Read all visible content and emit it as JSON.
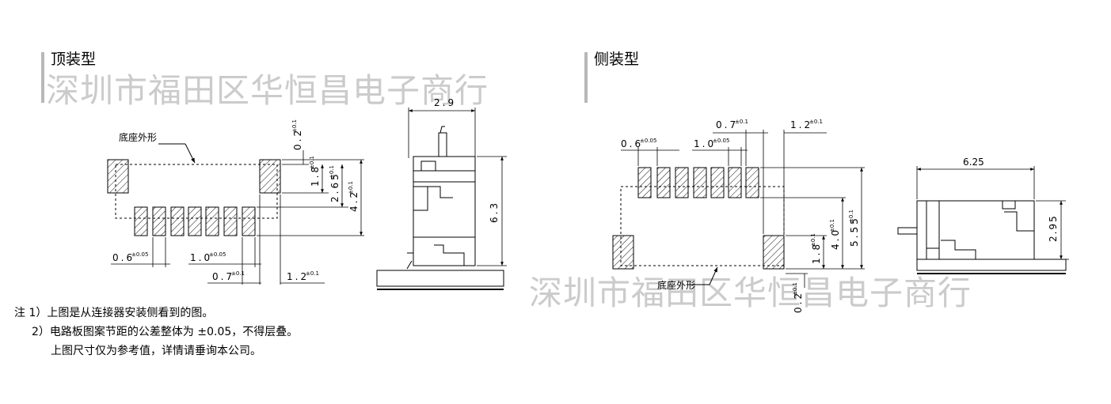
{
  "top_mount": {
    "title": "顶装型",
    "base_outline_label": "底座外形",
    "dims": {
      "pitch": "0.6",
      "pitch_tol": "±0.05",
      "pad_width": "1.0",
      "pad_width_tol": "±0.05",
      "outer_pad": "0.7",
      "outer_pad_tol": "±0.1",
      "end_offset": "1.2",
      "end_offset_tol": "±0.1",
      "gap": "0.2",
      "gap_tol": "±0.1",
      "pad_len": "1.8",
      "pad_len_tol": "±0.1",
      "row_gap": "2.65",
      "row_gap_tol": "±0.1",
      "total": "4.2",
      "total_tol": "±0.1"
    },
    "side_view": {
      "width": "2.9",
      "height": "6.3"
    }
  },
  "side_mount": {
    "title": "侧装型",
    "base_outline_label": "底座外形",
    "dims": {
      "pitch": "0.6",
      "pitch_tol": "±0.05",
      "pad_width": "1.0",
      "pad_width_tol": "±0.05",
      "outer_pad": "0.7",
      "outer_pad_tol": "±0.1",
      "end_offset": "1.2",
      "end_offset_tol": "±0.1",
      "gap": "0.2",
      "gap_tol": "±0.1",
      "pad_len": "1.8",
      "pad_len_tol": "±0.1",
      "row_gap": "4.0",
      "row_gap_tol": "±0.1",
      "total": "5.55",
      "total_tol": "±0.1"
    },
    "side_view": {
      "width": "6.25",
      "height": "2.95"
    }
  },
  "watermark": "深圳市福田区华恒昌电子商行",
  "notes": {
    "line1": "注 1）上图是从连接器安装侧看到的图。",
    "line2": "2）电路板图案节距的公差整体为 ±0.05，不得层叠。",
    "line3": "上图尺寸仅为参考值，详情请垂询本公司。"
  }
}
